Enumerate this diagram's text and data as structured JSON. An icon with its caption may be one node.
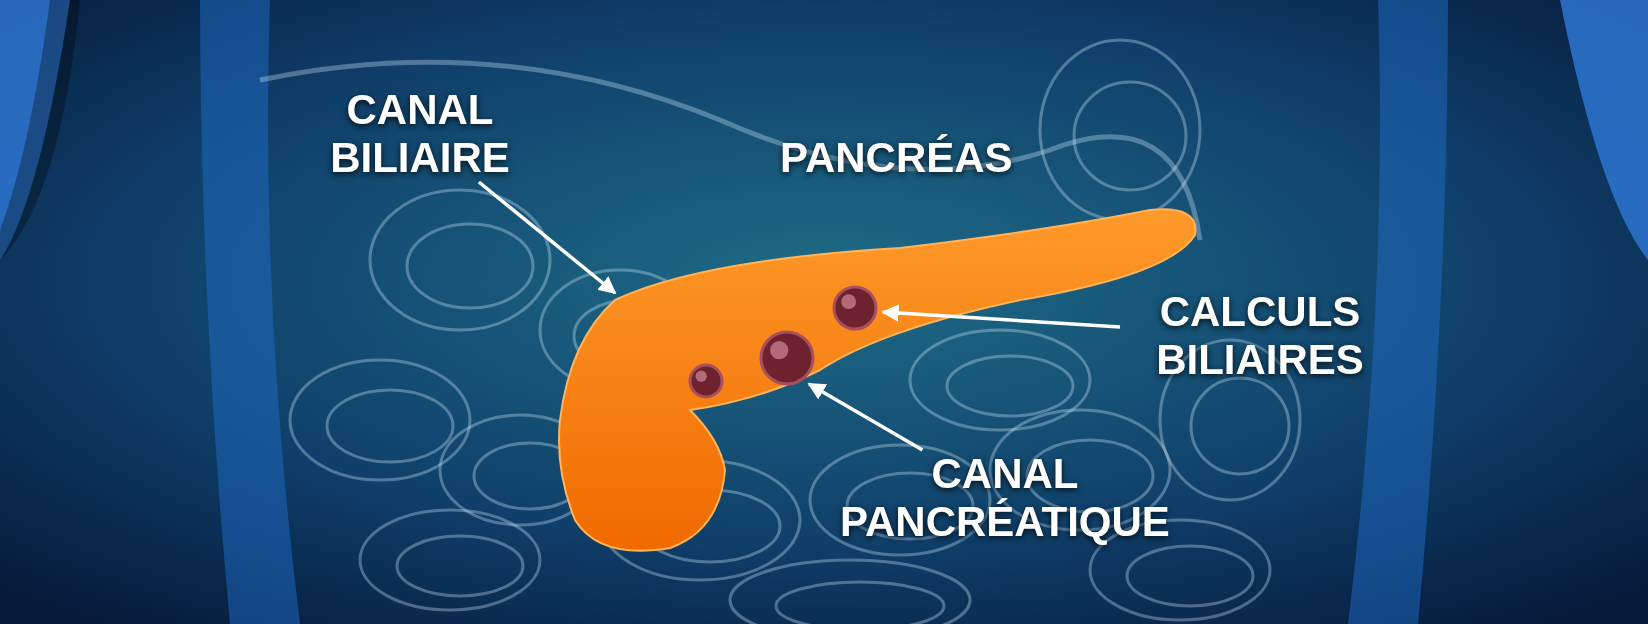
{
  "diagram": {
    "nodes": [
      {
        "text": [
          "CANAL BILIAIRE"
        ]
      },
      {
        "text": [
          "CALCULS BILIAIRES"
        ]
      },
      {
        "text": [
          "CANAL PANCRÉATIQUE"
        ]
      }
    ],
    "edges": [
      {
        "from": 0,
        "to": null,
        "arrow": "to"
      },
      {
        "from": 1,
        "to": null,
        "arrow": "to"
      },
      {
        "from": 2,
        "to": null,
        "arrow": "to"
      }
    ],
    "labels": [
      "PANCRÉAS"
    ]
  }
}
